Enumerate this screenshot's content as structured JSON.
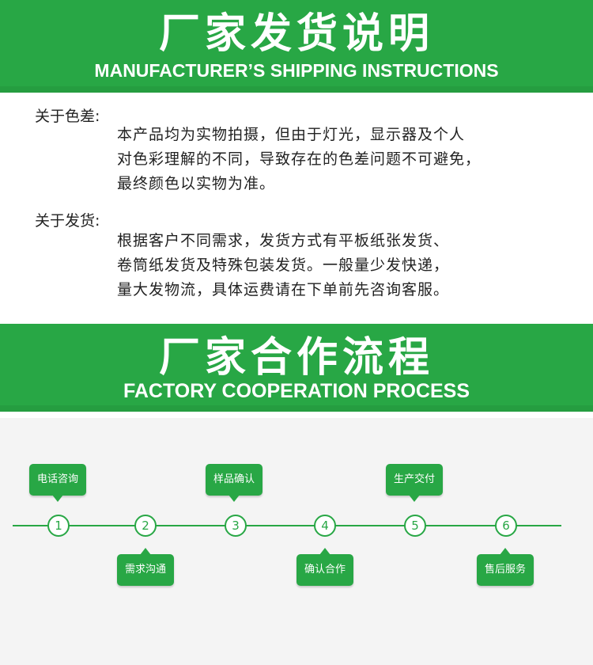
{
  "shipping_banner": {
    "title_cn": "厂家发货说明",
    "title_en": "MANUFACTURER’S SHIPPING INSTRUCTIONS"
  },
  "color_section": {
    "heading": "关于色差:",
    "lines": [
      "本产品均为实物拍摄，但由于灯光，显示器及个人",
      "对色彩理解的不同，导致存在的色差问题不可避免，",
      "最终颜色以实物为准。"
    ]
  },
  "shipping_section": {
    "heading": "关于发货:",
    "lines": [
      "根据客户不同需求，发货方式有平板纸张发货、",
      "卷筒纸发货及特殊包装发货。一般量少发快递，",
      "量大发物流，具体运费请在下单前先咨询客服。"
    ]
  },
  "process_banner": {
    "title_cn": "厂家合作流程",
    "title_en": "FACTORY COOPERATION PROCESS"
  },
  "process_steps": [
    {
      "number": "1",
      "label": "电话咨询"
    },
    {
      "number": "2",
      "label": "需求沟通"
    },
    {
      "number": "3",
      "label": "样品确认"
    },
    {
      "number": "4",
      "label": "确认合作"
    },
    {
      "number": "5",
      "label": "生产交付"
    },
    {
      "number": "6",
      "label": "售后服务"
    }
  ],
  "colors": {
    "brand_green": "#28a745",
    "process_background": "#f4f4f4"
  }
}
